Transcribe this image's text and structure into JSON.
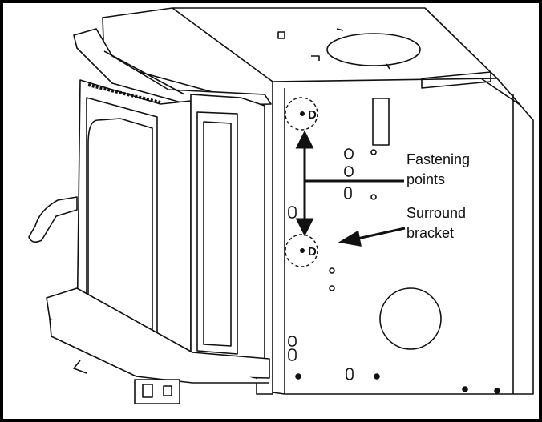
{
  "callouts": {
    "fastening_line1": "Fastening",
    "fastening_line2": "points",
    "surround_line1": "Surround",
    "surround_line2": "bracket"
  },
  "markers": {
    "top": "D",
    "bottom": "D"
  },
  "colors": {
    "line": "#111111",
    "background": "#ffffff",
    "frame": "#000000"
  }
}
